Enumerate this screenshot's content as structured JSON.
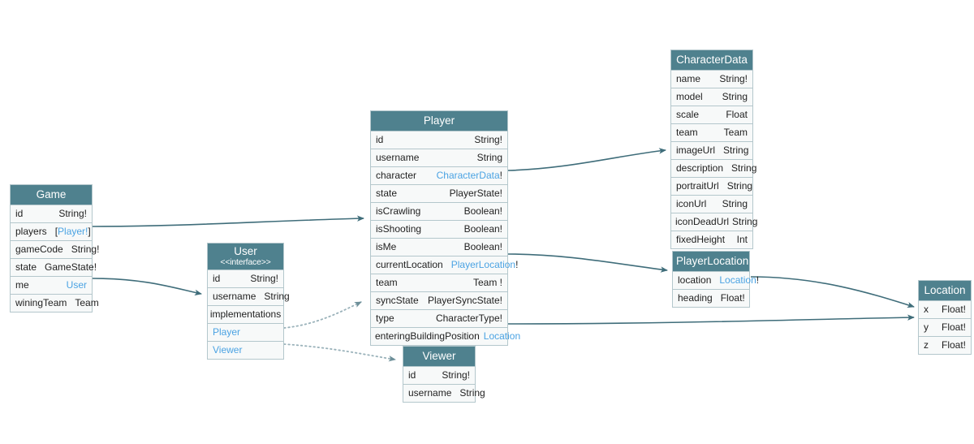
{
  "diagram": {
    "title": "GraphQL Schema Entity Diagram",
    "colors": {
      "header_bg": "#4f818e",
      "row_bg": "#f7f9f9",
      "border": "#b4c7cc",
      "link_text": "#4ba3e3",
      "edge": "#3f6d7a",
      "text": "#1f1f1f"
    }
  },
  "entities": {
    "game": {
      "title": "Game",
      "rows": [
        {
          "name": "id",
          "type": "String!",
          "link": false
        },
        {
          "name": "players",
          "type": "[Player!]",
          "link": true
        },
        {
          "name": "gameCode",
          "type": "String!",
          "link": false
        },
        {
          "name": "state",
          "type": "GameState!",
          "link": false
        },
        {
          "name": "me",
          "type": "User",
          "link": true
        },
        {
          "name": "winingTeam",
          "type": "Team",
          "link": false
        }
      ]
    },
    "user": {
      "title": "User",
      "subtitle": "<<interface>>",
      "rows": [
        {
          "name": "id",
          "type": "String!",
          "link": false
        },
        {
          "name": "username",
          "type": "String",
          "link": false
        }
      ],
      "section_label": "implementations",
      "implementations": [
        {
          "name": "Player"
        },
        {
          "name": "Viewer"
        }
      ]
    },
    "player": {
      "title": "Player",
      "rows": [
        {
          "name": "id",
          "type": "String!",
          "link": false
        },
        {
          "name": "username",
          "type": "String",
          "link": false
        },
        {
          "name": "character",
          "type": "CharacterData!",
          "link": true
        },
        {
          "name": "state",
          "type": "PlayerState!",
          "link": false
        },
        {
          "name": "isCrawling",
          "type": "Boolean!",
          "link": false
        },
        {
          "name": "isShooting",
          "type": "Boolean!",
          "link": false
        },
        {
          "name": "isMe",
          "type": "Boolean!",
          "link": false
        },
        {
          "name": "currentLocation",
          "type": "PlayerLocation!",
          "link": true
        },
        {
          "name": "team",
          "type": "Team !",
          "link": false
        },
        {
          "name": "syncState",
          "type": "PlayerSyncState!",
          "link": false
        },
        {
          "name": "type",
          "type": "CharacterType!",
          "link": false
        },
        {
          "name": "enteringBuildingPosition",
          "type": "Location",
          "link": true
        }
      ]
    },
    "viewer": {
      "title": "Viewer",
      "rows": [
        {
          "name": "id",
          "type": "String!",
          "link": false
        },
        {
          "name": "username",
          "type": "String",
          "link": false
        }
      ]
    },
    "characterData": {
      "title": "CharacterData",
      "rows": [
        {
          "name": "name",
          "type": "String!",
          "link": false
        },
        {
          "name": "model",
          "type": "String",
          "link": false
        },
        {
          "name": "scale",
          "type": "Float",
          "link": false
        },
        {
          "name": "team",
          "type": "Team",
          "link": false
        },
        {
          "name": "imageUrl",
          "type": "String",
          "link": false
        },
        {
          "name": "description",
          "type": "String",
          "link": false
        },
        {
          "name": "portraitUrl",
          "type": "String",
          "link": false
        },
        {
          "name": "iconUrl",
          "type": "String",
          "link": false
        },
        {
          "name": "iconDeadUrl",
          "type": "String",
          "link": false
        },
        {
          "name": "fixedHeight",
          "type": "Int",
          "link": false
        }
      ]
    },
    "playerLocation": {
      "title": "PlayerLocation",
      "rows": [
        {
          "name": "location",
          "type": "Location!",
          "link": true
        },
        {
          "name": "heading",
          "type": "Float!",
          "link": false
        }
      ]
    },
    "location": {
      "title": "Location",
      "rows": [
        {
          "name": "x",
          "type": "Float!",
          "link": false
        },
        {
          "name": "y",
          "type": "Float!",
          "link": false
        },
        {
          "name": "z",
          "type": "Float!",
          "link": false
        }
      ]
    }
  },
  "edges": [
    {
      "from": "game.players",
      "to": "player",
      "style": "solid"
    },
    {
      "from": "game.me",
      "to": "user",
      "style": "solid"
    },
    {
      "from": "player.character",
      "to": "characterData",
      "style": "solid"
    },
    {
      "from": "player.currentLocation",
      "to": "playerLocation",
      "style": "solid"
    },
    {
      "from": "player.enteringBuildingPosition",
      "to": "location",
      "style": "solid"
    },
    {
      "from": "playerLocation.location",
      "to": "location",
      "style": "solid"
    },
    {
      "from": "user.Player",
      "to": "player",
      "style": "dotted"
    },
    {
      "from": "user.Viewer",
      "to": "viewer",
      "style": "dotted"
    }
  ]
}
